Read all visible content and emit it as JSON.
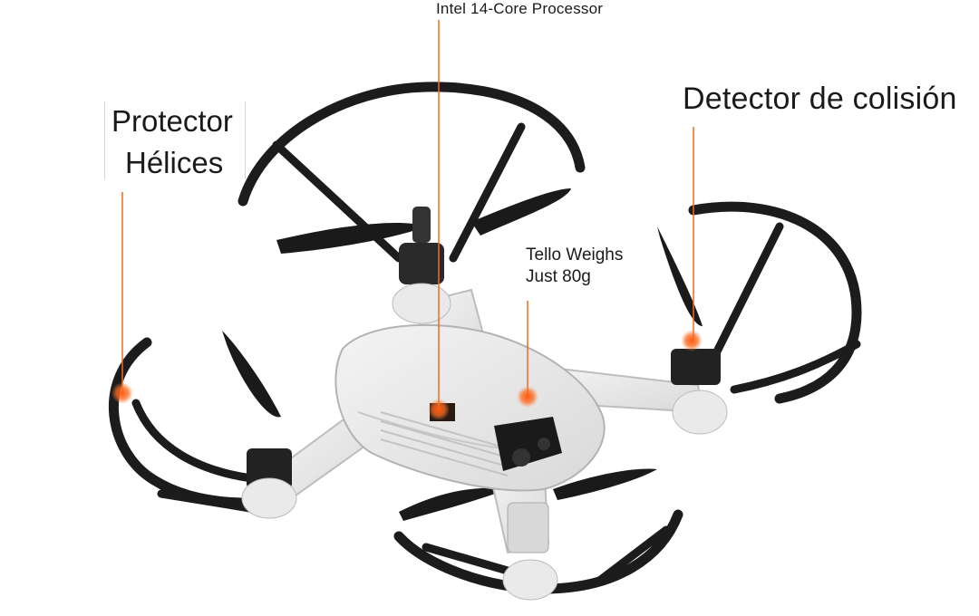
{
  "colors": {
    "callout": "#f26a1b",
    "frame": "#1c1c1c",
    "body": "#e9e9e9"
  },
  "callouts": {
    "processor": "Intel 14-Core Processor",
    "protector_line1": "Protector",
    "protector_line2": "Hélices",
    "collision": "Detector de colisión",
    "weight_line1": "Tello Weighs",
    "weight_line2": "Just 80g"
  }
}
